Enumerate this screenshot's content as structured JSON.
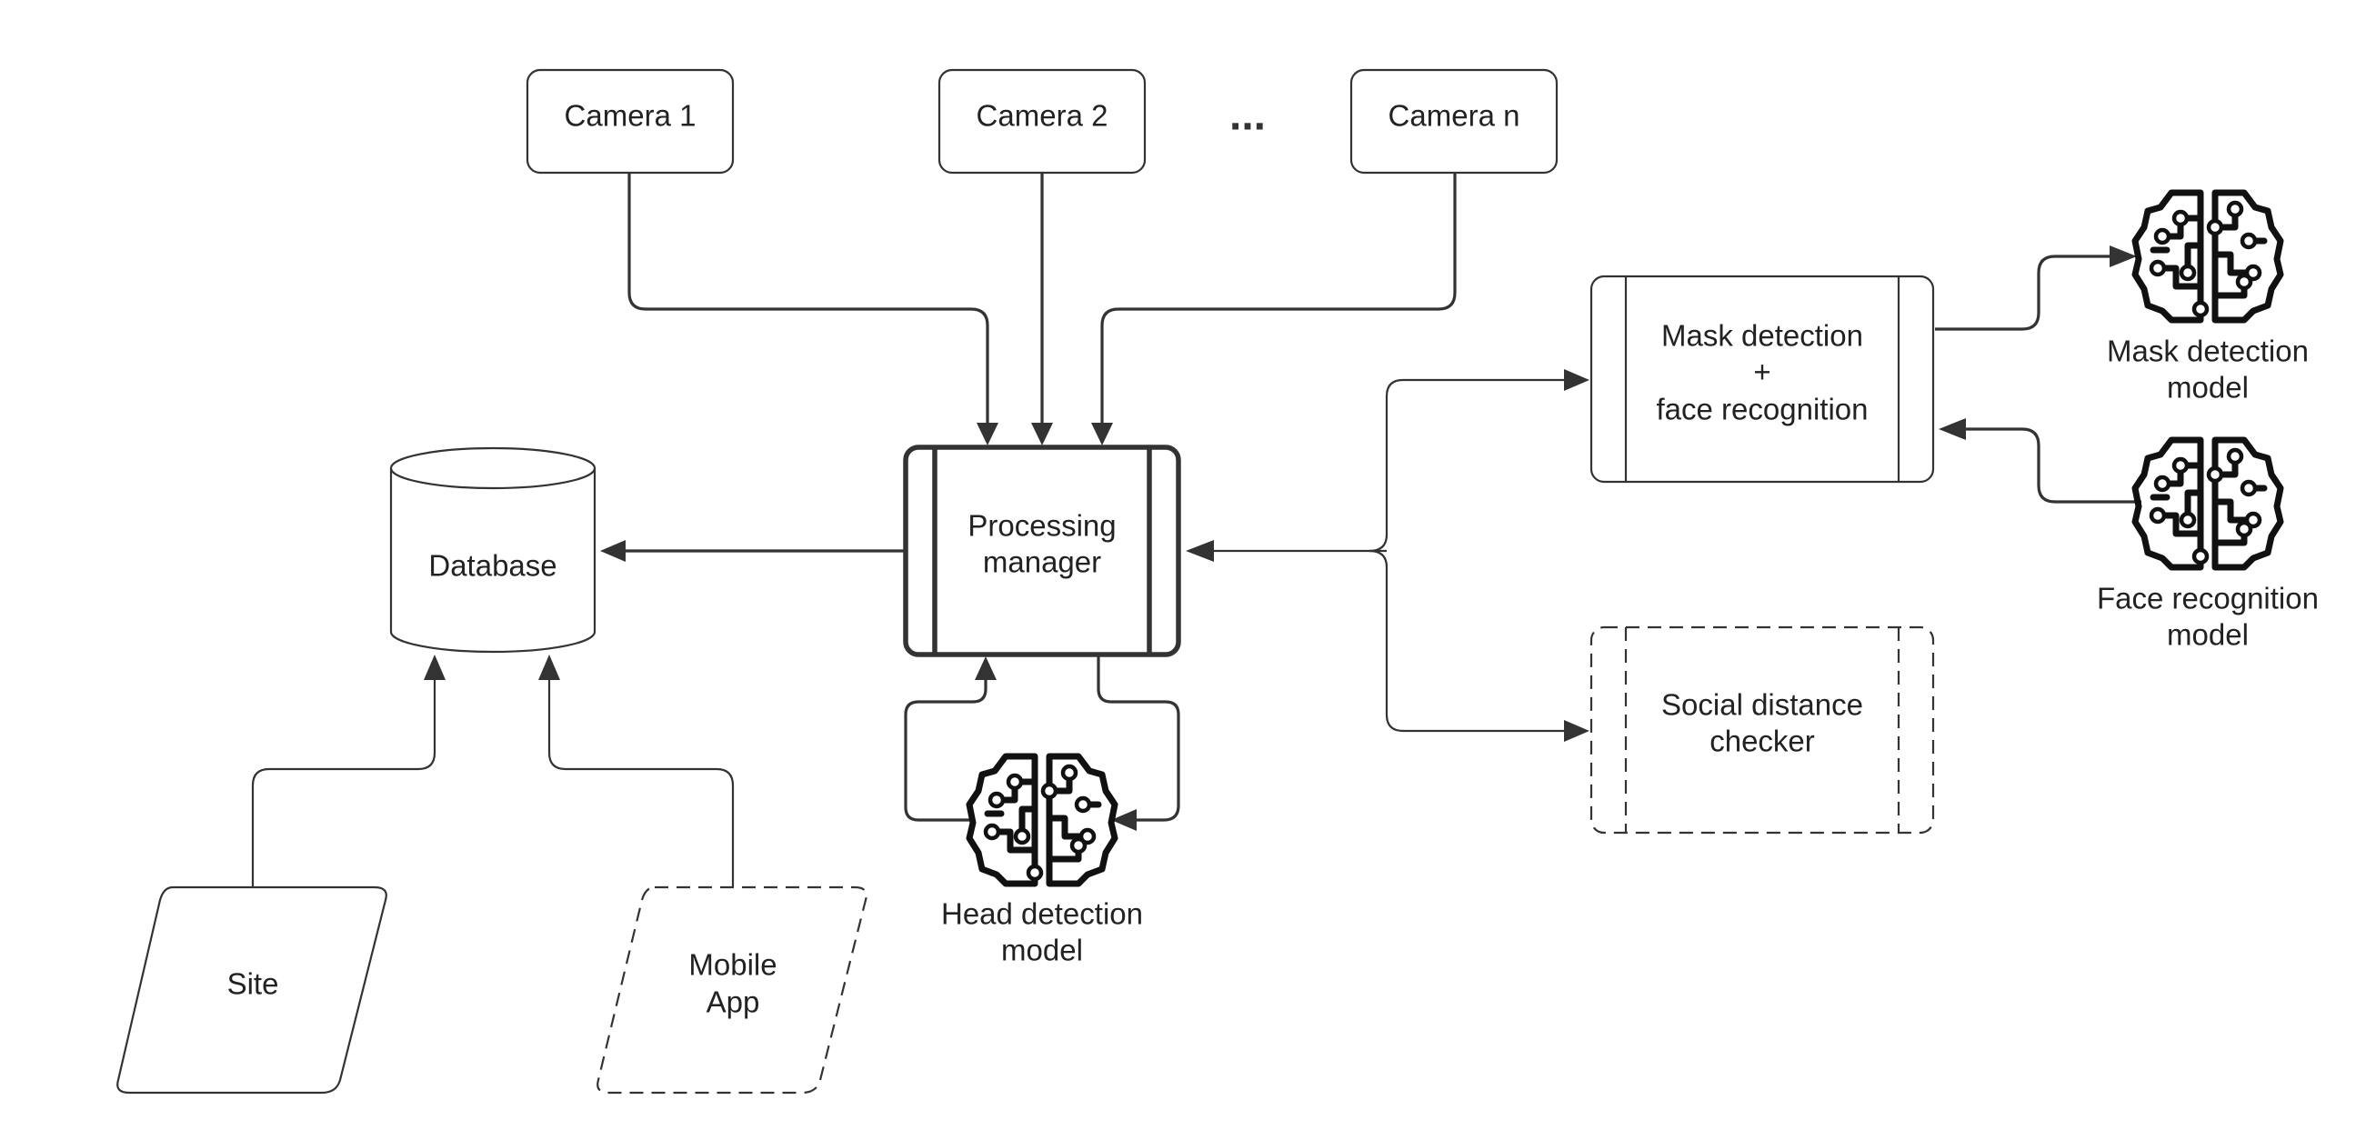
{
  "nodes": {
    "camera1": "Camera 1",
    "camera2": "Camera 2",
    "ellipsis": "...",
    "cameran": "Camera n",
    "database": "Database",
    "processing": [
      "Processing",
      "manager"
    ],
    "mask_face": [
      "Mask detection",
      "+",
      "face recognition"
    ],
    "social": [
      "Social distance",
      "checker"
    ],
    "site": "Site",
    "mobile": [
      "Mobile",
      "App"
    ],
    "head_model": [
      "Head detection",
      "model"
    ],
    "mask_model": [
      "Mask detection",
      "model"
    ],
    "face_model": [
      "Face recognition",
      "model"
    ]
  },
  "icons": [
    "brain-circuit-icon",
    "brain-circuit-icon",
    "brain-circuit-icon"
  ],
  "colors": {
    "stroke": "#333333",
    "text": "#222222",
    "icon": "#111111"
  }
}
